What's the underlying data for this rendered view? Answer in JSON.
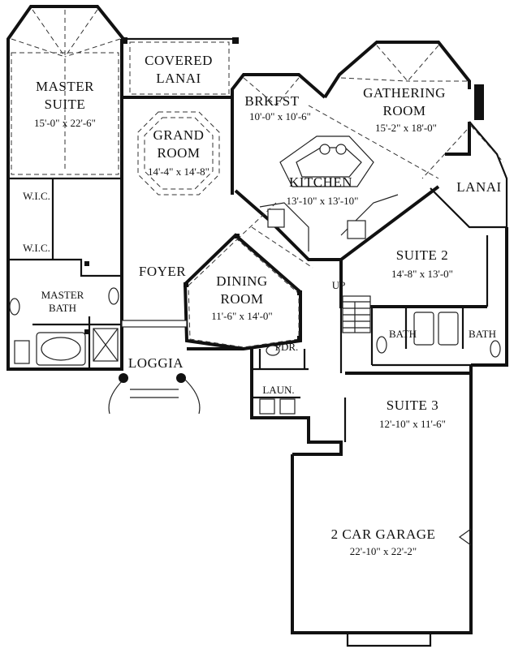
{
  "rooms": [
    {
      "id": "master-suite",
      "name_lines": [
        "MASTER",
        "SUITE"
      ],
      "dims": "15'-0\" x 22'-6\""
    },
    {
      "id": "covered-lanai",
      "name_lines": [
        "COVERED",
        "LANAI"
      ],
      "dims": ""
    },
    {
      "id": "grand-room",
      "name_lines": [
        "GRAND",
        "ROOM"
      ],
      "dims": "14'-4\" x 14'-8\""
    },
    {
      "id": "brkfst",
      "name_lines": [
        "BRKFST"
      ],
      "dims": "10'-0\" x 10'-6\""
    },
    {
      "id": "gathering-room",
      "name_lines": [
        "GATHERING",
        "ROOM"
      ],
      "dims": "15'-2\" x 18'-0\""
    },
    {
      "id": "kitchen",
      "name_lines": [
        "KITCHEN"
      ],
      "dims": "13'-10\" x 13'-10\""
    },
    {
      "id": "lanai",
      "name_lines": [
        "LANAI"
      ],
      "dims": ""
    },
    {
      "id": "wic-upper",
      "name_lines": [
        "W.I.C."
      ],
      "dims": ""
    },
    {
      "id": "wic-lower",
      "name_lines": [
        "W.I.C."
      ],
      "dims": ""
    },
    {
      "id": "foyer",
      "name_lines": [
        "FOYER"
      ],
      "dims": ""
    },
    {
      "id": "dining-room",
      "name_lines": [
        "DINING",
        "ROOM"
      ],
      "dims": "11'-6\" x 14'-0\""
    },
    {
      "id": "suite-2",
      "name_lines": [
        "SUITE 2"
      ],
      "dims": "14'-8\" x 13'-0\""
    },
    {
      "id": "master-bath",
      "name_lines": [
        "MASTER",
        "BATH"
      ],
      "dims": ""
    },
    {
      "id": "up",
      "name_lines": [
        "UP"
      ],
      "dims": ""
    },
    {
      "id": "bath-1",
      "name_lines": [
        "BATH"
      ],
      "dims": ""
    },
    {
      "id": "bath-2",
      "name_lines": [
        "BATH"
      ],
      "dims": ""
    },
    {
      "id": "pdr",
      "name_lines": [
        "PDR."
      ],
      "dims": ""
    },
    {
      "id": "loggia",
      "name_lines": [
        "LOGGIA"
      ],
      "dims": ""
    },
    {
      "id": "laun",
      "name_lines": [
        "LAUN."
      ],
      "dims": ""
    },
    {
      "id": "suite-3",
      "name_lines": [
        "SUITE 3"
      ],
      "dims": "12'-10\" x 11'-6\""
    },
    {
      "id": "garage",
      "name_lines": [
        "2 CAR GARAGE"
      ],
      "dims": "22'-10\" x 22'-2\""
    }
  ],
  "colors": {
    "wall": "#111111",
    "background": "#ffffff"
  }
}
